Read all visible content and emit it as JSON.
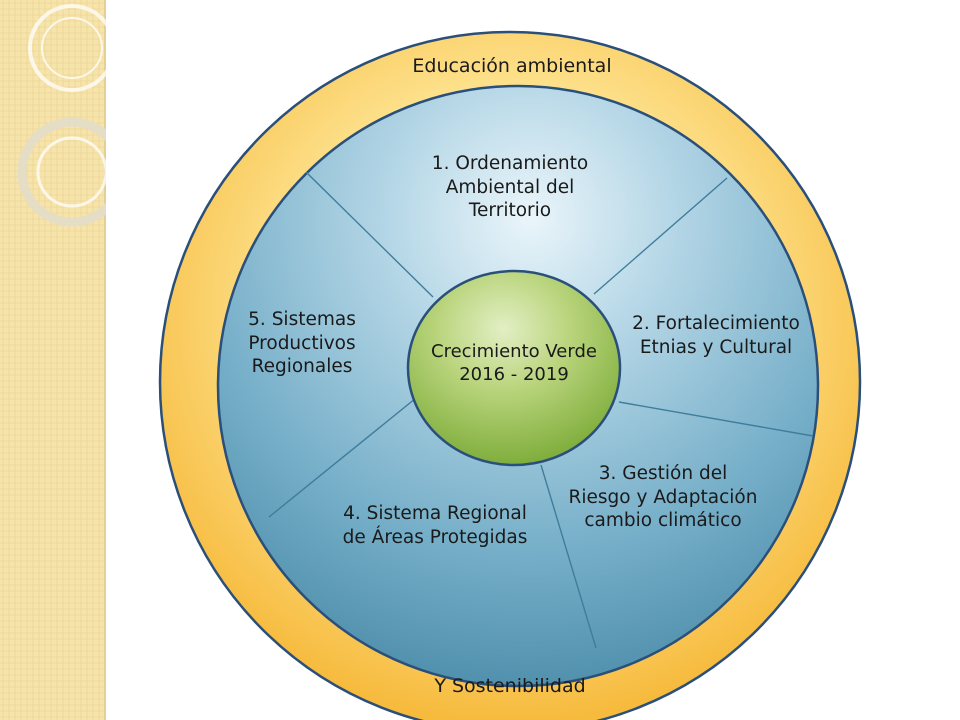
{
  "outer_ring": {
    "top_text": "Educación ambiental",
    "bottom_text": "Y Sostenibilidad",
    "color": "#fbc64a"
  },
  "inner_ring": {
    "color": "#5e9cb8",
    "segments": [
      {
        "label_lines": [
          "1. Ordenamiento",
          "Ambiental del",
          "Territorio"
        ]
      },
      {
        "label_lines": [
          "2. Fortalecimiento",
          "Etnias y Cultural"
        ]
      },
      {
        "label_lines": [
          "3. Gestión del",
          "Riesgo y Adaptación",
          "cambio climático"
        ]
      },
      {
        "label_lines": [
          "4. Sistema Regional",
          "de Áreas Protegidas"
        ]
      },
      {
        "label_lines": [
          "5. Sistemas",
          "Productivos",
          "Regionales"
        ]
      }
    ]
  },
  "center": {
    "label_lines": [
      "Crecimiento Verde",
      "2016 - 2019"
    ],
    "color": "#9cc25a"
  },
  "decor": {
    "strip_color": "#f5e2a8"
  }
}
